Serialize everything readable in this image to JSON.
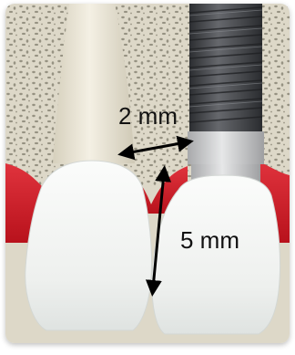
{
  "measurements": {
    "horizontal_label": "2 mm",
    "vertical_label": "5 mm"
  },
  "colors": {
    "bone": "#ddd8c8",
    "bone_pore": "#8a8676",
    "gum": "#d41f2a",
    "tooth": "#f1f3f1",
    "root": "#e9e4d4",
    "implant_thread": "#3c3e42",
    "abutment": "#c9cacc",
    "arrow": "#000000"
  },
  "icons": {
    "measure_arrow": "double-headed-arrow"
  }
}
